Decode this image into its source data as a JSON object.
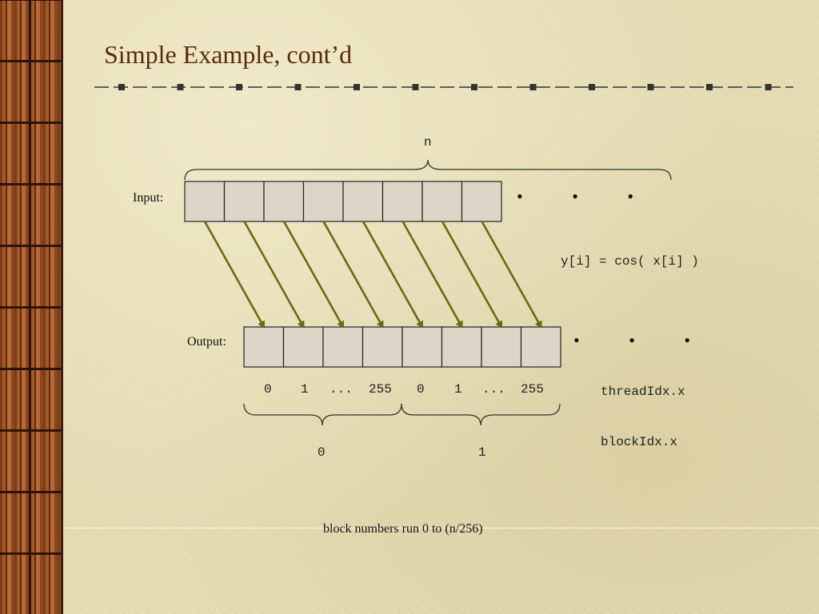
{
  "slide": {
    "title": "Simple Example, cont’d"
  },
  "diagram": {
    "n_label": "n",
    "input_label": "Input:",
    "output_label": "Output:",
    "input_cells": 8,
    "output_cells": 8,
    "ellipsis": "• • •",
    "formula": "y[i] = cos( x[i] )",
    "thread_indices": [
      "0",
      "1",
      "...",
      "255",
      "0",
      "1",
      "...",
      "255"
    ],
    "thread_label": "threadIdx.x",
    "block_indices": [
      "0",
      "1"
    ],
    "block_label": "blockIdx.x",
    "footer": "block numbers run 0 to (n/256)"
  },
  "colors": {
    "title": "#5a2a10",
    "arrow": "#6b6a12",
    "cell_fill": "#ddd6c8",
    "cell_stroke": "#222222",
    "rule": "#333333"
  }
}
